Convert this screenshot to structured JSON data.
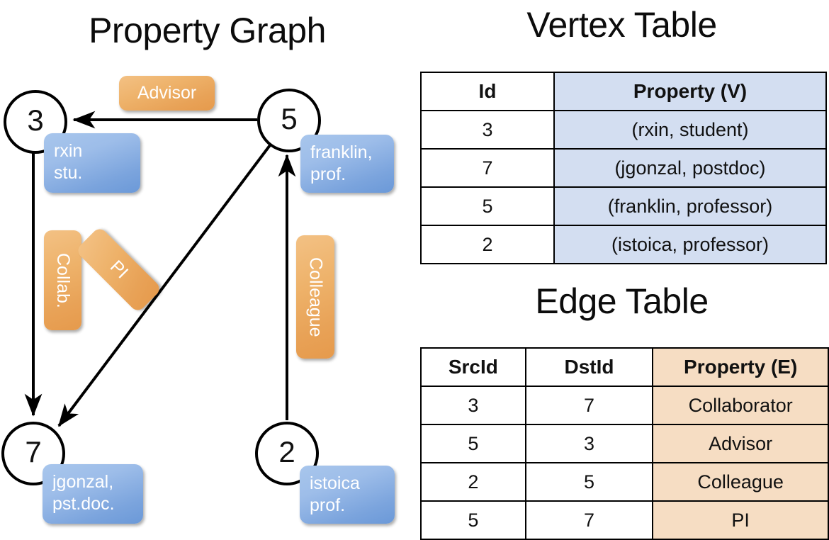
{
  "titles": {
    "property_graph": "Property Graph",
    "vertex_table": "Vertex Table",
    "edge_table": "Edge Table"
  },
  "colors": {
    "vertex_property_fill": "#d3def1",
    "edge_property_fill": "#f6ddc3",
    "vertex_box_blue": "#7ba4dd",
    "edge_label_orange": "#e8a257",
    "stroke": "#000000"
  },
  "graph": {
    "nodes": [
      {
        "id": "3",
        "property_lines": [
          "rxin",
          "stu."
        ]
      },
      {
        "id": "5",
        "property_lines": [
          "franklin,",
          "prof."
        ]
      },
      {
        "id": "7",
        "property_lines": [
          "jgonzal,",
          "pst.doc."
        ]
      },
      {
        "id": "2",
        "property_lines": [
          "istoica",
          "prof."
        ]
      }
    ],
    "edge_labels": [
      {
        "name": "advisor-label",
        "text": "Advisor",
        "orientation": "horizontal"
      },
      {
        "name": "collab-label",
        "text": "Collab.",
        "orientation": "vertical"
      },
      {
        "name": "pi-label",
        "text": "PI",
        "orientation": "diagonal"
      },
      {
        "name": "colleague-label",
        "text": "Colleague",
        "orientation": "vertical"
      }
    ],
    "edges": [
      {
        "from": "5",
        "to": "3",
        "label": "Advisor"
      },
      {
        "from": "3",
        "to": "7",
        "label": "Collab."
      },
      {
        "from": "5",
        "to": "7",
        "label": "PI"
      },
      {
        "from": "2",
        "to": "5",
        "label": "Colleague"
      }
    ]
  },
  "vertex_table": {
    "headers": [
      "Id",
      "Property (V)"
    ],
    "rows": [
      {
        "id": "3",
        "property": "(rxin, student)"
      },
      {
        "id": "7",
        "property": "(jgonzal, postdoc)"
      },
      {
        "id": "5",
        "property": "(franklin, professor)"
      },
      {
        "id": "2",
        "property": "(istoica, professor)"
      }
    ]
  },
  "edge_table": {
    "headers": [
      "SrcId",
      "DstId",
      "Property (E)"
    ],
    "rows": [
      {
        "src": "3",
        "dst": "7",
        "property": "Collaborator"
      },
      {
        "src": "5",
        "dst": "3",
        "property": "Advisor"
      },
      {
        "src": "2",
        "dst": "5",
        "property": "Colleague"
      },
      {
        "src": "5",
        "dst": "7",
        "property": "PI"
      }
    ]
  }
}
